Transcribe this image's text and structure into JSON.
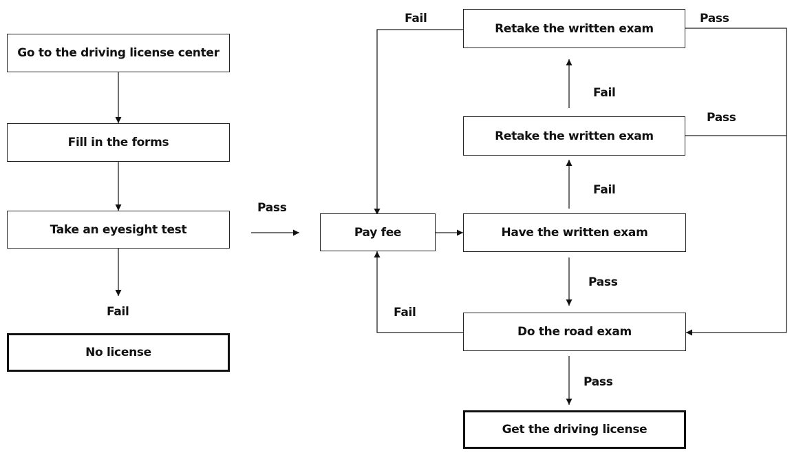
{
  "nodes": {
    "go_center": "Go to the driving license center",
    "fill_forms": "Fill in the forms",
    "eyesight": "Take an eyesight test",
    "no_license": "No license",
    "pay_fee": "Pay fee",
    "written_exam": "Have the written exam",
    "retake_1": "Retake the written exam",
    "retake_2": "Retake the written exam",
    "road_exam": "Do the road exam",
    "get_license": "Get the driving license"
  },
  "edges": {
    "eyesight_fail": "Fail",
    "eyesight_pass": "Pass",
    "written_fail": "Fail",
    "written_pass": "Pass",
    "retake1_fail": "Fail",
    "retake1_pass": "Pass",
    "retake2_fail": "Fail",
    "retake2_pass": "Pass",
    "road_fail": "Fail",
    "road_pass": "Pass"
  }
}
